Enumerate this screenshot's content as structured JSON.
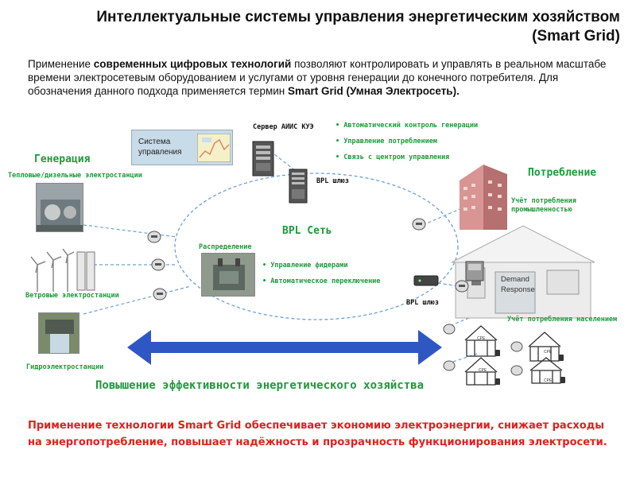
{
  "title": "Интеллектуальные системы управления энергетическим хозяйством (Smart Grid)",
  "intro": {
    "part1": "Применение ",
    "bold1": "современных цифровых технологий",
    "part2": " позволяют контролировать и управлять в реальном масштабе времени электросетевым оборудованием и услугами от уровня генерации до конечного потребителя. Для обозначения данного подхода применяется термин ",
    "bold2": "Smart Grid (Умная Электросеть)."
  },
  "control_system": "Система управления",
  "server_label": "Сервер АИИС КУЭ",
  "server_features": [
    "Автоматический контроль генерации",
    "Управление потреблением",
    "Связь с центром управления"
  ],
  "bpl_gateway_top": "BPL шлюз",
  "bpl_gateway_bottom": "BPL шлюз",
  "bpl_network": "BPL Сеть",
  "generation": {
    "title": "Генерация",
    "thermal": "Тепловые/дизельные электростанции",
    "wind": "Ветровые электростанции",
    "hydro": "Гидроэлектростанции"
  },
  "distribution": {
    "title": "Распределение",
    "features": [
      "Управление фидерами",
      "Автоматическое переключение"
    ]
  },
  "consumption": {
    "title": "Потребление",
    "industrial": "Учёт потребления промышленностью",
    "demand_response": "Demand Response",
    "population": "Учёт потребления населением",
    "cpe": "CPE"
  },
  "efficiency": "Повышение эффективности энергетического хозяйства",
  "bottom_text": "Применение технологии Smart Grid обеспечивает экономию электроэнергии, снижает расходы на энергопотребление, повышает надёжность и прозрачность функционирования электросети.",
  "colors": {
    "green": "#1d9a3a",
    "red": "#e0201f",
    "arrow": "#2f57c4",
    "dashed": "#6aa0d8"
  }
}
